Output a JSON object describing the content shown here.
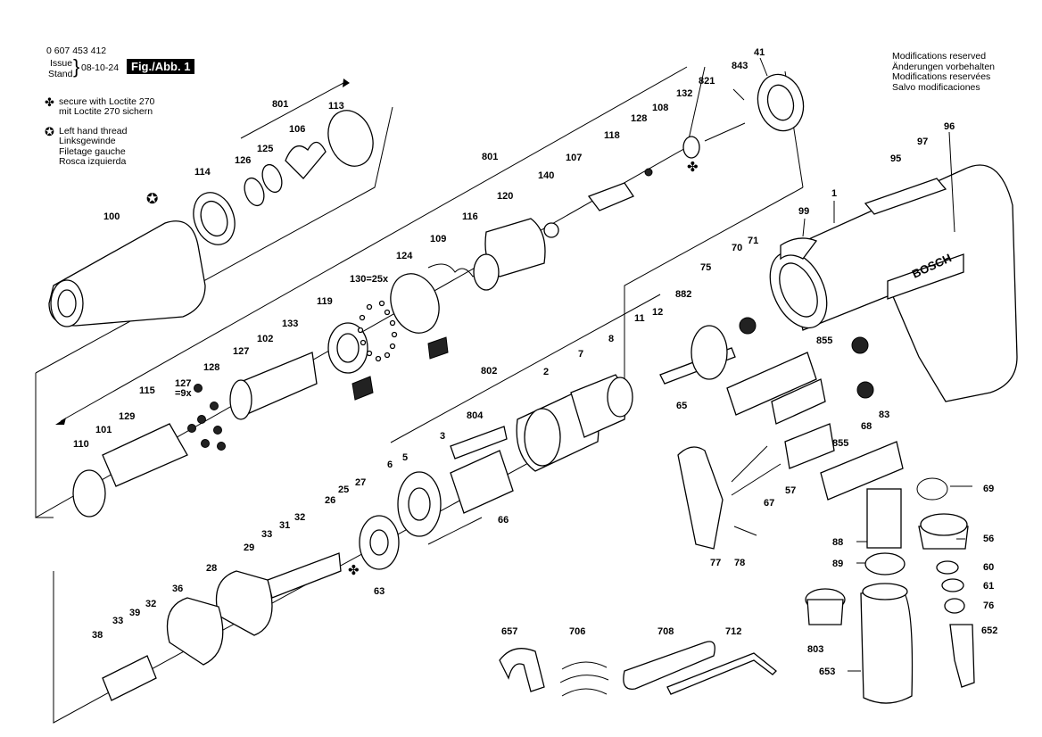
{
  "header": {
    "part_number": "0 607 453 412",
    "issue_label": "Issue",
    "stand_label": "Stand",
    "date": "08-10-24",
    "figure_label": "Fig./Abb. 1"
  },
  "legend": {
    "loctite_symbol": "✤",
    "loctite_lines": [
      "secure with Loctite 270",
      "mit Loctite 270 sichern"
    ],
    "thread_symbol": "✪",
    "thread_lines": [
      "Left hand thread",
      "Linksgewinde",
      "Filetage gauche",
      "Rosca izquierda"
    ]
  },
  "modifications": [
    "Modifications reserved",
    "Änderungen vorbehalten",
    "Modifications reservées",
    "Salvo modificaciones"
  ],
  "brand": "BOSCH",
  "parts": [
    {
      "id": "p-843",
      "label": "843"
    },
    {
      "id": "p-41",
      "label": "41"
    },
    {
      "id": "p-821",
      "label": "821"
    },
    {
      "id": "p-132",
      "label": "132"
    },
    {
      "id": "p-108",
      "label": "108"
    },
    {
      "id": "p-128a",
      "label": "128"
    },
    {
      "id": "p-118",
      "label": "118"
    },
    {
      "id": "p-801a",
      "label": "801"
    },
    {
      "id": "p-106",
      "label": "106"
    },
    {
      "id": "p-113",
      "label": "113"
    },
    {
      "id": "p-125",
      "label": "125"
    },
    {
      "id": "p-126",
      "label": "126"
    },
    {
      "id": "p-114",
      "label": "114"
    },
    {
      "id": "p-100",
      "label": "100"
    },
    {
      "id": "p-801b",
      "label": "801"
    },
    {
      "id": "p-140",
      "label": "140"
    },
    {
      "id": "p-107",
      "label": "107"
    },
    {
      "id": "p-120",
      "label": "120"
    },
    {
      "id": "p-116",
      "label": "116"
    },
    {
      "id": "p-109",
      "label": "109"
    },
    {
      "id": "p-124",
      "label": "124"
    },
    {
      "id": "p-130",
      "label": "130=25x"
    },
    {
      "id": "p-119",
      "label": "119"
    },
    {
      "id": "p-133",
      "label": "133"
    },
    {
      "id": "p-102",
      "label": "102"
    },
    {
      "id": "p-127a",
      "label": "127"
    },
    {
      "id": "p-128b",
      "label": "128"
    },
    {
      "id": "p-127b",
      "label": "127"
    },
    {
      "id": "p-9x",
      "label": "=9x"
    },
    {
      "id": "p-115",
      "label": "115"
    },
    {
      "id": "p-129",
      "label": "129"
    },
    {
      "id": "p-101",
      "label": "101"
    },
    {
      "id": "p-110",
      "label": "110"
    },
    {
      "id": "p-95",
      "label": "95"
    },
    {
      "id": "p-97",
      "label": "97"
    },
    {
      "id": "p-96",
      "label": "96"
    },
    {
      "id": "p-1",
      "label": "1"
    },
    {
      "id": "p-99",
      "label": "99"
    },
    {
      "id": "p-70",
      "label": "70"
    },
    {
      "id": "p-71",
      "label": "71"
    },
    {
      "id": "p-75",
      "label": "75"
    },
    {
      "id": "p-882",
      "label": "882"
    },
    {
      "id": "p-855a",
      "label": "855"
    },
    {
      "id": "p-855b",
      "label": "855"
    },
    {
      "id": "p-68",
      "label": "68"
    },
    {
      "id": "p-83",
      "label": "83"
    },
    {
      "id": "p-65",
      "label": "65"
    },
    {
      "id": "p-11",
      "label": "11"
    },
    {
      "id": "p-12",
      "label": "12"
    },
    {
      "id": "p-8",
      "label": "8"
    },
    {
      "id": "p-7",
      "label": "7"
    },
    {
      "id": "p-802",
      "label": "802"
    },
    {
      "id": "p-2",
      "label": "2"
    },
    {
      "id": "p-804",
      "label": "804"
    },
    {
      "id": "p-3",
      "label": "3"
    },
    {
      "id": "p-6",
      "label": "6"
    },
    {
      "id": "p-5",
      "label": "5"
    },
    {
      "id": "p-66",
      "label": "66"
    },
    {
      "id": "p-27",
      "label": "27"
    },
    {
      "id": "p-25",
      "label": "25"
    },
    {
      "id": "p-26",
      "label": "26"
    },
    {
      "id": "p-63",
      "label": "63"
    },
    {
      "id": "p-32a",
      "label": "32"
    },
    {
      "id": "p-31",
      "label": "31"
    },
    {
      "id": "p-33a",
      "label": "33"
    },
    {
      "id": "p-29",
      "label": "29"
    },
    {
      "id": "p-28",
      "label": "28"
    },
    {
      "id": "p-36",
      "label": "36"
    },
    {
      "id": "p-32b",
      "label": "32"
    },
    {
      "id": "p-39",
      "label": "39"
    },
    {
      "id": "p-33b",
      "label": "33"
    },
    {
      "id": "p-38",
      "label": "38"
    },
    {
      "id": "p-77",
      "label": "77"
    },
    {
      "id": "p-78",
      "label": "78"
    },
    {
      "id": "p-67",
      "label": "67"
    },
    {
      "id": "p-57",
      "label": "57"
    },
    {
      "id": "p-69",
      "label": "69"
    },
    {
      "id": "p-88",
      "label": "88"
    },
    {
      "id": "p-89",
      "label": "89"
    },
    {
      "id": "p-56",
      "label": "56"
    },
    {
      "id": "p-60",
      "label": "60"
    },
    {
      "id": "p-61",
      "label": "61"
    },
    {
      "id": "p-76",
      "label": "76"
    },
    {
      "id": "p-652",
      "label": "652"
    },
    {
      "id": "p-803",
      "label": "803"
    },
    {
      "id": "p-653",
      "label": "653"
    },
    {
      "id": "p-657",
      "label": "657"
    },
    {
      "id": "p-706",
      "label": "706"
    },
    {
      "id": "p-708",
      "label": "708"
    },
    {
      "id": "p-712",
      "label": "712"
    }
  ]
}
